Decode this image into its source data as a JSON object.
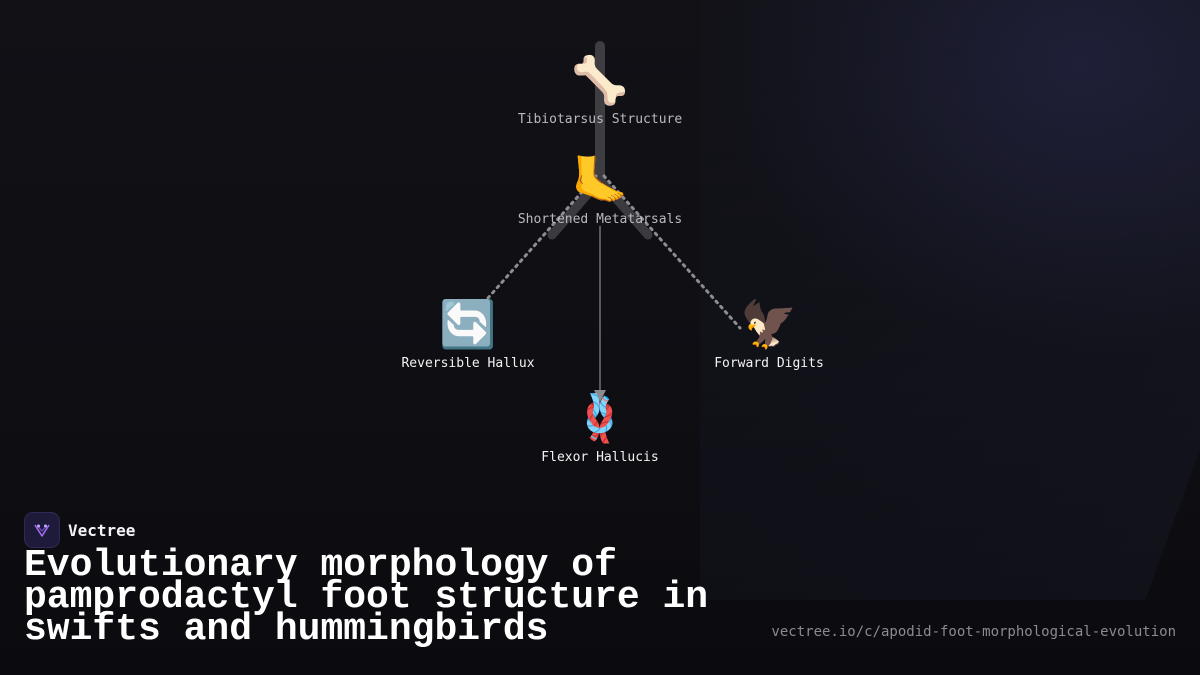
{
  "brand": {
    "name": "Vectree",
    "logo_icon": "vectree-logo-icon",
    "accent": "#a36cf2"
  },
  "title": "Evolutionary morphology of pamprodactyl foot structure in swifts and hummingbirds",
  "url": "vectree.io/c/apodid-foot-morphological-evolution",
  "diagram": {
    "nodes": [
      {
        "id": "tibiotarsus",
        "label": "Tibiotarsus Structure",
        "emoji": "🦴",
        "icon": "bone-icon"
      },
      {
        "id": "metatarsals",
        "label": "Shortened Metatarsals",
        "emoji": "🦶",
        "icon": "foot-icon"
      },
      {
        "id": "hallux",
        "label": "Reversible Hallux",
        "emoji": "🔄",
        "icon": "reverse-arrows-icon"
      },
      {
        "id": "digits",
        "label": "Forward Digits",
        "emoji": "🦅",
        "icon": "eagle-icon"
      },
      {
        "id": "flexor",
        "label": "Flexor Hallucis",
        "emoji": "🪢",
        "icon": "knot-icon"
      }
    ],
    "edges": [
      {
        "from": "tibiotarsus",
        "to": "metatarsals",
        "style": "solid-thick"
      },
      {
        "from": "metatarsals",
        "to": "hallux",
        "style": "dotted"
      },
      {
        "from": "metatarsals",
        "to": "digits",
        "style": "dotted"
      },
      {
        "from": "metatarsals",
        "to": "flexor",
        "style": "arrow-thin"
      }
    ],
    "colors": {
      "edge_thick": "#3d3d42",
      "edge_dotted": "#8c8c92",
      "edge_arrow": "#9a9aa0"
    }
  }
}
